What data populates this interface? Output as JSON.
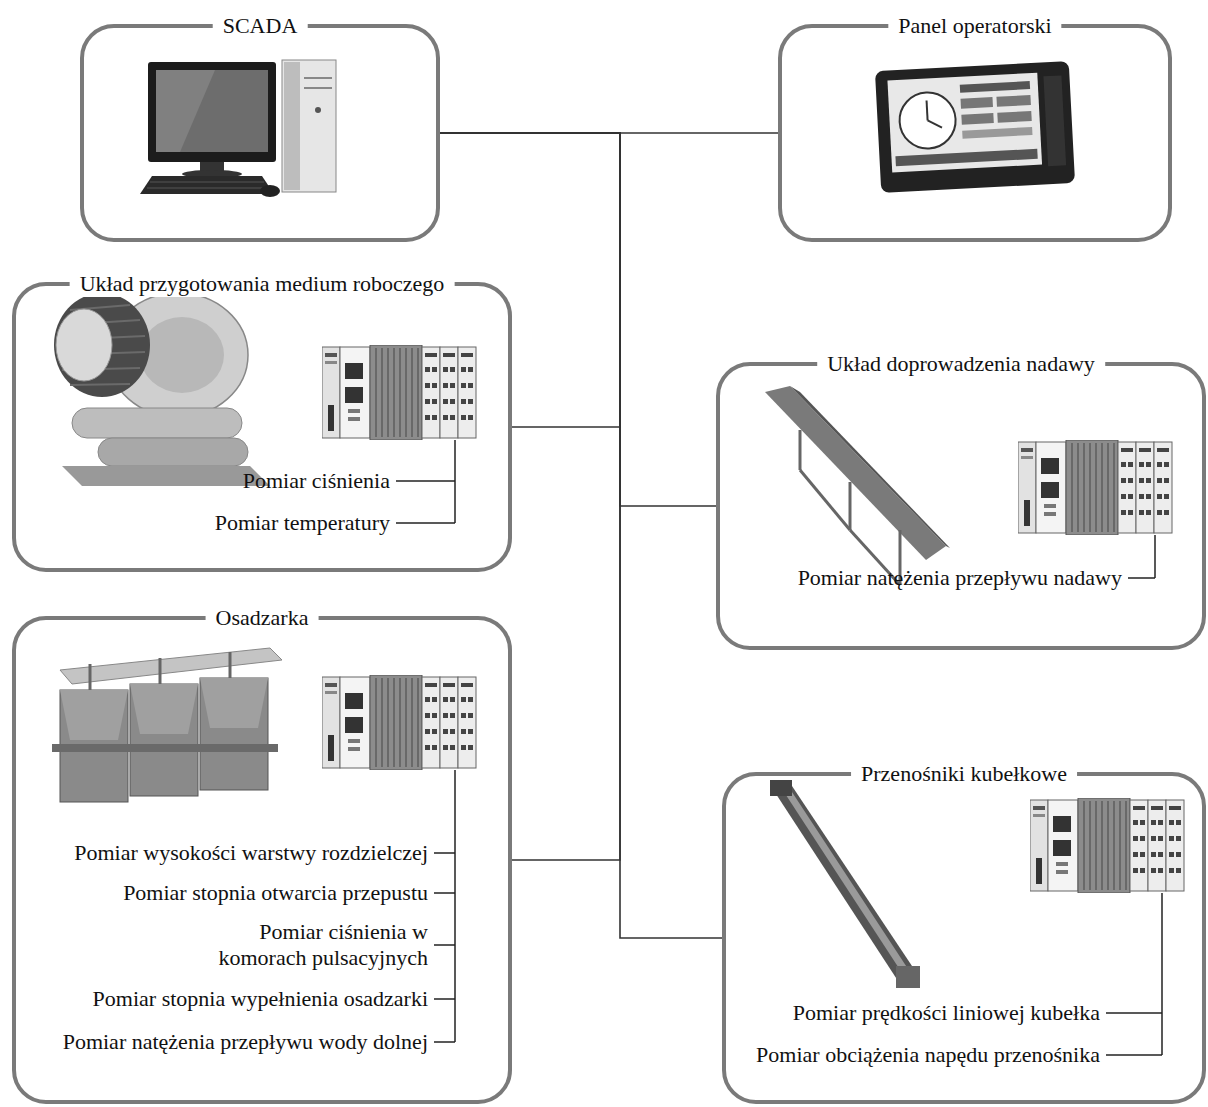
{
  "diagram": {
    "nodes": [
      {
        "text": [
          "SCADA"
        ]
      },
      {
        "text": [
          "Panel operatorski"
        ]
      },
      {
        "text": [
          "Układ przygotowania medium roboczego",
          "Pomiar ciśnienia",
          "Pomiar temperatury"
        ]
      },
      {
        "text": [
          "Układ doprowadzenia nadawy",
          "Pomiar natężenia przepływu nadawy"
        ]
      },
      {
        "text": [
          "Osadzarka",
          "Pomiar wysokości warstwy rozdzielczej",
          "Pomiar stopnia otwarcia przepustu",
          "Pomiar ciśnienia w komorach pulsacyjnych",
          "Pomiar stopnia wypełnienia osadzarki",
          "Pomiar natężenia przepływu wody dolnej"
        ]
      },
      {
        "text": [
          "Przenośniki kubełkowe",
          "Pomiar prędkości liniowej kubełka",
          "Pomiar obciążenia napędu przenośnika"
        ]
      }
    ],
    "edges": [
      {
        "from": 0,
        "to": 1,
        "arrow": "none"
      },
      {
        "from": 0,
        "to": 2,
        "arrow": "none"
      },
      {
        "from": 0,
        "to": 3,
        "arrow": "none"
      },
      {
        "from": 0,
        "to": 4,
        "arrow": "none"
      },
      {
        "from": 0,
        "to": 5,
        "arrow": "none"
      }
    ]
  }
}
